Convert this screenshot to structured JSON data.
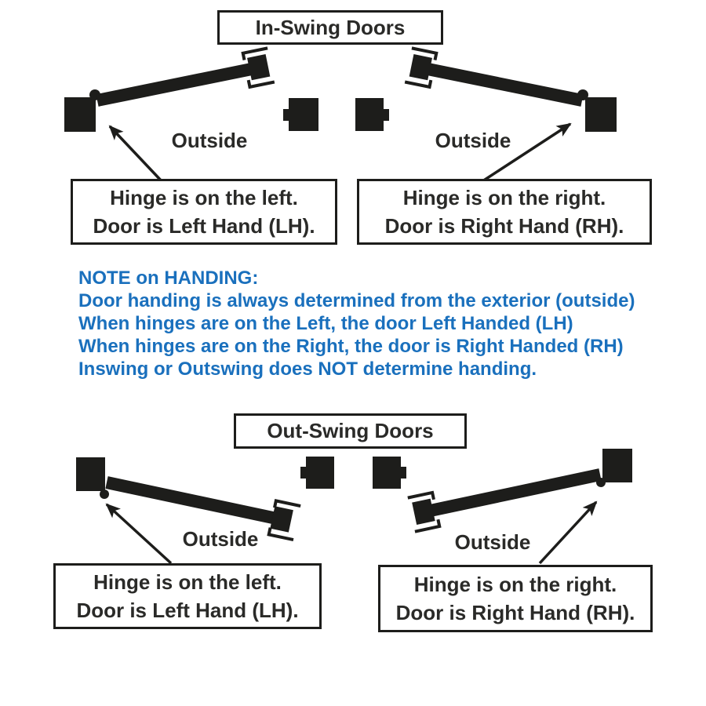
{
  "colors": {
    "ink": "#1d1d1b",
    "text": "#2a2a28",
    "note_blue": "#1a70bd",
    "background": "#ffffff"
  },
  "inswing": {
    "title": "In-Swing Doors",
    "left_outside": "Outside",
    "right_outside": "Outside",
    "left_box": {
      "line1": "Hinge is on the left.",
      "line2": "Door is Left Hand (LH)."
    },
    "right_box": {
      "line1": "Hinge is on the right.",
      "line2": "Door is Right Hand (RH)."
    }
  },
  "note": {
    "lines": [
      "NOTE on HANDING:",
      "Door handing is always determined from the exterior (outside)",
      "When hinges are on the Left, the door Left Handed (LH)",
      "When hinges are on the Right, the door is Right Handed (RH)",
      "Inswing or Outswing does NOT determine handing."
    ]
  },
  "outswing": {
    "title": "Out-Swing Doors",
    "left_outside": "Outside",
    "right_outside": "Outside",
    "left_box": {
      "line1": "Hinge is on the left.",
      "line2": "Door is Left Hand (LH)."
    },
    "right_box": {
      "line1": "Hinge is on the right.",
      "line2": "Door is Right Hand (RH)."
    }
  },
  "icons": {
    "hinge_pin": "filled-circle",
    "latch_bracket": "double-hook",
    "strike_plate": "side-nub",
    "pointer_arrow": "solid-head-arrow"
  }
}
